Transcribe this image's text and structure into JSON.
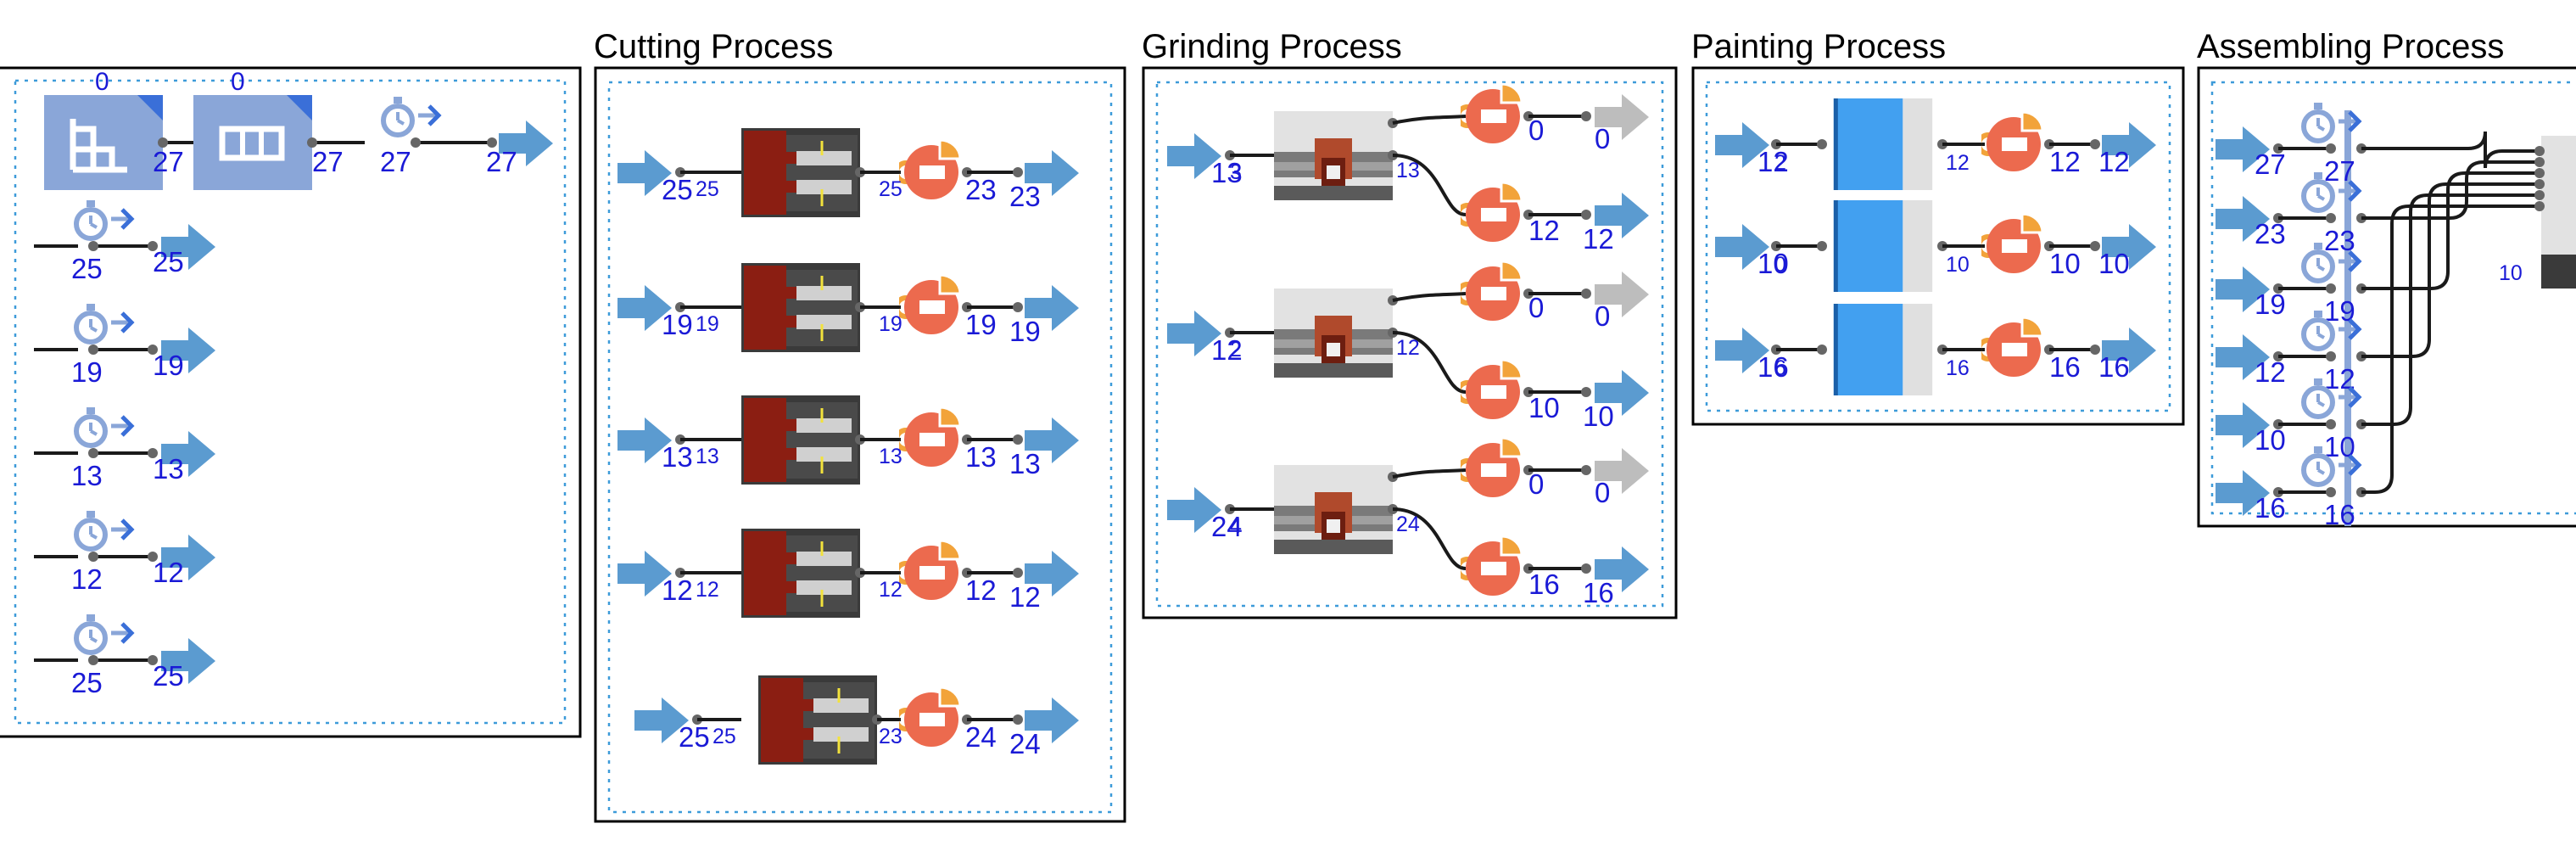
{
  "panels": {
    "source": {
      "top_labels": [
        "0",
        "0"
      ],
      "chain_labels": [
        "27",
        "27",
        "27"
      ],
      "rows": [
        {
          "in": "25",
          "out": "25"
        },
        {
          "in": "19",
          "out": "19"
        },
        {
          "in": "13",
          "out": "13"
        },
        {
          "in": "12",
          "out": "12"
        },
        {
          "in": "25",
          "out": "25"
        }
      ]
    },
    "cutting": {
      "title": "Cutting Process",
      "rows": [
        {
          "in": "25",
          "a": "25",
          "b": "25",
          "c": "23",
          "d": "23"
        },
        {
          "in": "19",
          "a": "19",
          "b": "19",
          "c": "19",
          "d": "19"
        },
        {
          "in": "13",
          "a": "13",
          "b": "13",
          "c": "13",
          "d": "13"
        },
        {
          "in": "12",
          "a": "12",
          "b": "12",
          "c": "12",
          "d": "12"
        },
        {
          "in": "25",
          "a": "25",
          "b": "23",
          "c": "24",
          "d": "24"
        }
      ]
    },
    "grinding": {
      "title": "Grinding Process",
      "rows": [
        {
          "in": "13",
          "a": "3",
          "b": "13",
          "c1": "0",
          "d1": "0",
          "c2": "12",
          "d2": "12"
        },
        {
          "in": "12",
          "a": "2",
          "b": "12",
          "c1": "0",
          "d1": "0",
          "c2": "10",
          "d2": "10"
        },
        {
          "in": "24",
          "a": "4",
          "b": "24",
          "c1": "0",
          "d1": "0",
          "c2": "16",
          "d2": "16"
        }
      ]
    },
    "painting": {
      "title": "Painting Process",
      "rows": [
        {
          "in": "12",
          "a": "2",
          "b": "12",
          "c": "12",
          "d": "12"
        },
        {
          "in": "10",
          "a": "0",
          "b": "10",
          "c": "10",
          "d": "10"
        },
        {
          "in": "16",
          "a": "6",
          "b": "16",
          "c": "16",
          "d": "16"
        }
      ]
    },
    "assembling": {
      "title": "Assembling Process",
      "rows": [
        {
          "in": "27",
          "mid": "27"
        },
        {
          "in": "23",
          "mid": "23"
        },
        {
          "in": "19",
          "mid": "19"
        },
        {
          "in": "12",
          "mid": "12"
        },
        {
          "in": "10",
          "mid": "10"
        },
        {
          "in": "16",
          "mid": "16"
        }
      ],
      "out": "10"
    }
  },
  "colors": {
    "arrow": "#5b9bd0",
    "arrow_inactive": "#bdbdbd",
    "label_blue": "#1a1a6d",
    "dashed_border": "#3d9bd9",
    "queue_icon": "#8aa6d8",
    "machine_red": "#8b1e12",
    "sink_red": "#ec6a4e",
    "sink_orange": "#f2a33a",
    "paint_blue": "#42a0f0"
  }
}
